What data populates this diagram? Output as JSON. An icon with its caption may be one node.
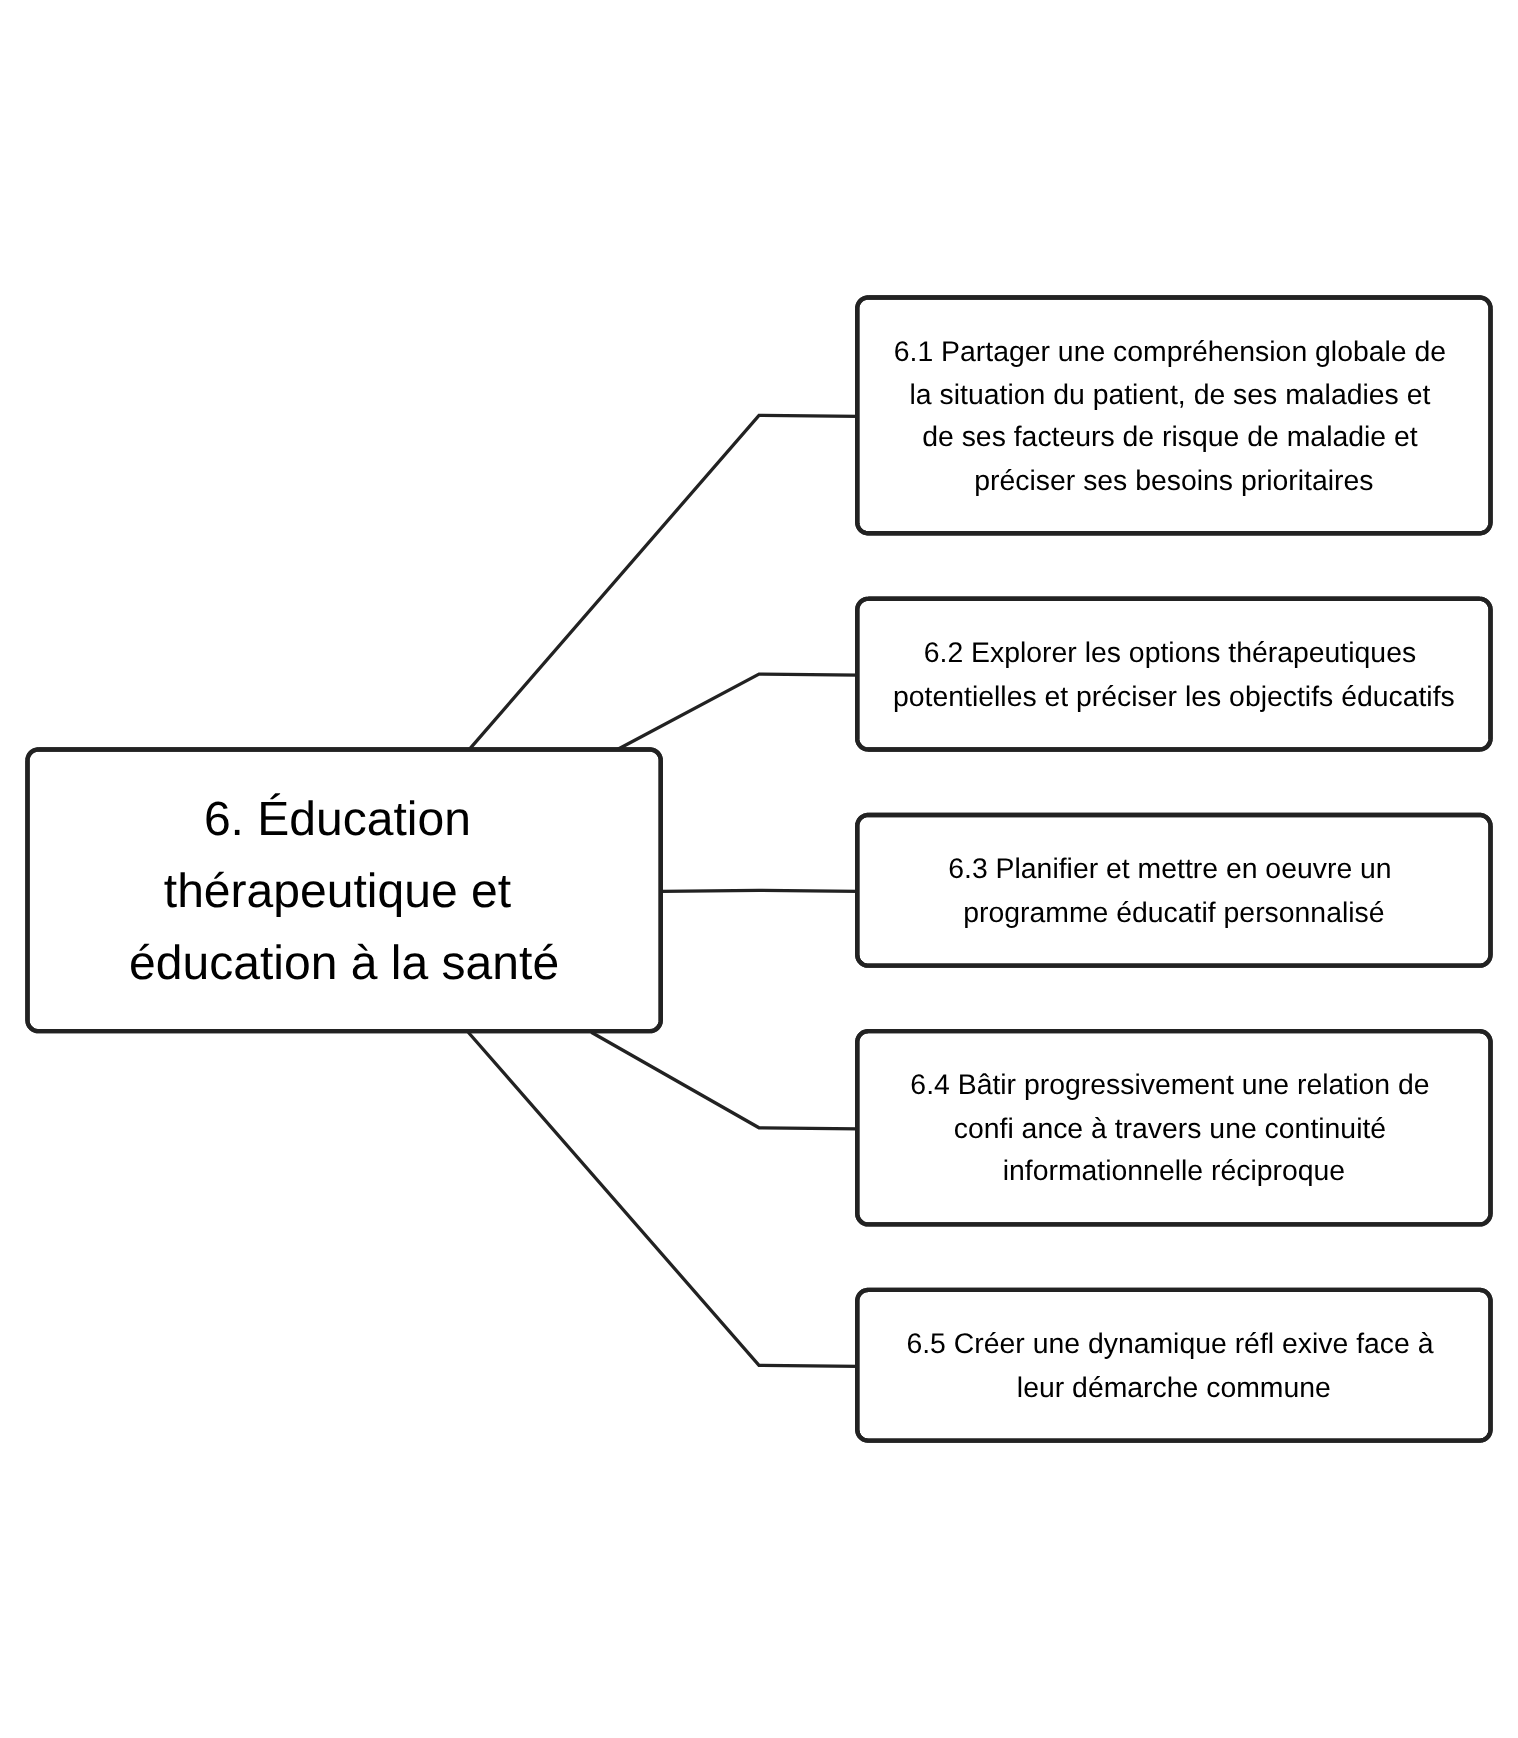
{
  "diagram": {
    "nodes": [
      {
        "text": [
          "6. Éducation thérapeutique et éducation à la santé"
        ]
      },
      {
        "text": [
          "6.1 Partager une compréhension globale de la situation du patient, de ses maladies et de ses facteurs de risque de maladie et préciser ses besoins prioritaires"
        ]
      },
      {
        "text": [
          "6.2 Explorer les options thérapeutiques potentielles et préciser les objectifs éducatifs"
        ]
      },
      {
        "text": [
          "6.3 Planifier et mettre en oeuvre un programme éducatif personnalisé"
        ]
      },
      {
        "text": [
          "6.4 Bâtir progressivement une relation de confi ance à travers une continuité informationnelle réciproque"
        ]
      },
      {
        "text": [
          "6.5 Créer une dynamique réfl exive face à leur démarche commune"
        ]
      }
    ],
    "edges": [
      {
        "from": 0,
        "to": 1,
        "arrow": "none"
      },
      {
        "from": 0,
        "to": 2,
        "arrow": "none"
      },
      {
        "from": 0,
        "to": 3,
        "arrow": "none"
      },
      {
        "from": 0,
        "to": 4,
        "arrow": "none"
      },
      {
        "from": 0,
        "to": 5,
        "arrow": "none"
      }
    ]
  }
}
